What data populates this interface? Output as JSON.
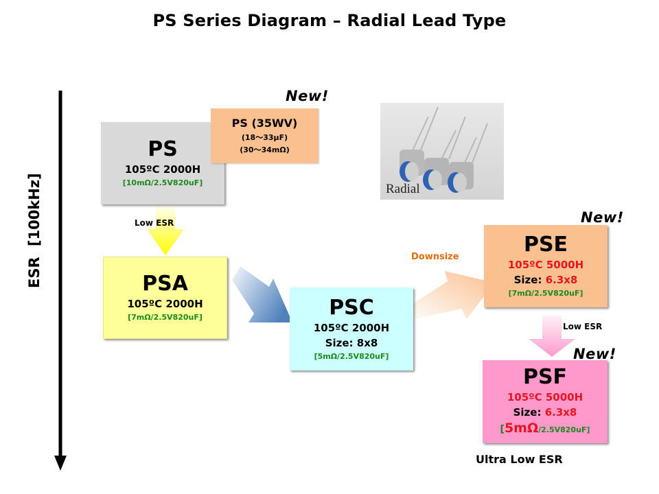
{
  "title": "PS Series Diagram – Radial Lead Type",
  "axis": {
    "label": "ESR  [100kHz]",
    "direction": "down"
  },
  "photo": {
    "caption": "Radial",
    "icon": "capacitor-photo"
  },
  "badges": {
    "new": "New!"
  },
  "boxes": {
    "ps": {
      "name": "PS",
      "temp_life": "105ºC 2000H",
      "spec": "[10mΩ/2.5V820uF]",
      "color": "#d9d9d9"
    },
    "ps35": {
      "name": "PS (35WV)",
      "capacitance": "(18〜33µF)",
      "esr": "(30〜34mΩ)",
      "color": "#fac090"
    },
    "psa": {
      "name": "PSA",
      "temp_life": "105ºC 2000H",
      "spec": "[7mΩ/2.5V820uF]",
      "color": "#ffff99"
    },
    "psc": {
      "name": "PSC",
      "temp_life": "105ºC 2000H",
      "size": "Size: 8x8",
      "spec": "[5mΩ/2.5V820uF]",
      "color": "#ccffff"
    },
    "pse": {
      "name": "PSE",
      "temp_life": "105ºC 5000H",
      "size_label": "Size: ",
      "size_value": "6.3x8",
      "spec": "[7mΩ/2.5V820uF]",
      "color": "#fac090"
    },
    "psf": {
      "name": "PSF",
      "temp_life": "105ºC 5000H",
      "size_label": "Size: ",
      "size_value": "6.3x8",
      "spec_open": "[",
      "spec_esr": "5mΩ",
      "spec_rest": "/2.5V820uF]",
      "color": "#ff99cc"
    }
  },
  "arrows": {
    "ps_to_psa": "Low ESR",
    "psc_to_pse": "Downsize",
    "pse_to_psf": "Low ESR"
  },
  "footer_label": "Ultra Low ESR",
  "colors": {
    "accent_red": "#e8141e",
    "spec_green": "#1a8a1a",
    "downsize_orange": "#e46c0a",
    "arrow_blue": "#4f81bd",
    "arrow_yellow": "#ffff00",
    "arrow_peach": "#fac090",
    "arrow_pink": "#ff99cc"
  }
}
